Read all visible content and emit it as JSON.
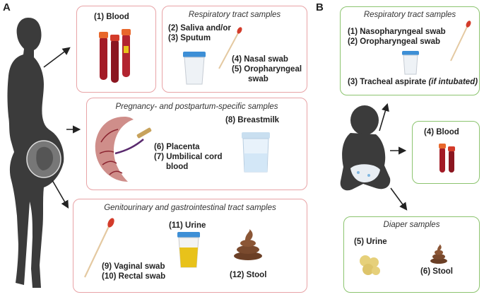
{
  "panels": {
    "a": "A",
    "b": "B"
  },
  "panel_a": {
    "blood": {
      "label": "(1) Blood"
    },
    "respiratory": {
      "title": "Respiratory tract samples",
      "saliva": "(2) Saliva and/or",
      "sputum": "(3) Sputum",
      "nasal": "(4) Nasal swab",
      "oropharyngeal": "(5) Oropharyngeal",
      "oropharyngeal_2": "swab"
    },
    "pregnancy": {
      "title": "Pregnancy- and postpartum-specific samples",
      "placenta": "(6) Placenta",
      "umbilical": "(7) Umbilical cord",
      "umbilical_2": "blood",
      "breastmilk": "(8) Breastmilk"
    },
    "gi": {
      "title": "Genitourinary and gastrointestinal tract samples",
      "vaginal": "(9) Vaginal swab",
      "rectal": "(10) Rectal swab",
      "urine": "(11) Urine",
      "stool": "(12) Stool"
    }
  },
  "panel_b": {
    "respiratory": {
      "title": "Respiratory tract samples",
      "nasopharyngeal": "(1) Nasopharyngeal swab",
      "oropharyngeal": "(2) Oropharyngeal swab",
      "tracheal": "(3) Tracheal aspirate",
      "tracheal_note": "(if intubated)"
    },
    "blood": {
      "label": "(4) Blood"
    },
    "diaper": {
      "title": "Diaper samples",
      "urine": "(5) Urine",
      "stool": "(6) Stool"
    }
  },
  "colors": {
    "panel_a_border": "#e8a3a6",
    "panel_b_border": "#8cc46f",
    "silhouette": "#3b3b3b",
    "blood": "#a31b26",
    "swab_tip": "#d33b2a",
    "urine": "#e8c21a",
    "stool": "#7a4a2e",
    "cup_lid": "#3d8fd6"
  }
}
